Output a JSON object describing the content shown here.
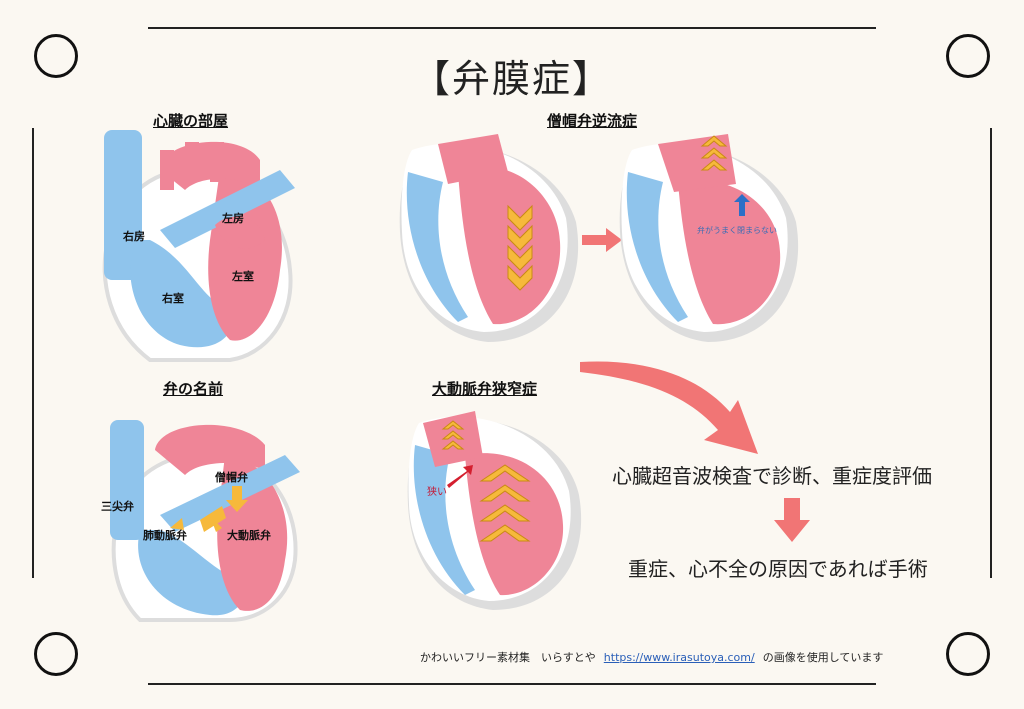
{
  "title": "【弁膜症】",
  "sections": {
    "heart_rooms": {
      "heading": "心臓の部屋",
      "labels": {
        "right_atrium": "右房",
        "left_atrium": "左房",
        "right_ventricle": "右室",
        "left_ventricle": "左室"
      }
    },
    "valve_names": {
      "heading": "弁の名前",
      "labels": {
        "tricuspid": "三尖弁",
        "mitral": "僧帽弁",
        "pulmonary": "肺動脈弁",
        "aortic": "大動脈弁"
      }
    },
    "mitral_regurgitation": {
      "heading": "僧帽弁逆流症",
      "note": "弁がうまく閉まらない"
    },
    "aortic_stenosis": {
      "heading": "大動脈弁狭窄症",
      "note": "狭い"
    }
  },
  "flow": {
    "step1": "心臓超音波検査で診断、重症度評価",
    "step2": "重症、心不全の原因であれば手術"
  },
  "credit": {
    "prefix": "かわいいフリー素材集　いらすとや",
    "url": "https://www.irasutoya.com/",
    "suffix": "の画像を使用しています"
  },
  "colors": {
    "blue": "#8fc4ec",
    "pink": "#ef8597",
    "arrow_red": "#f17575",
    "chevron_yellow": "#f6b93b"
  }
}
